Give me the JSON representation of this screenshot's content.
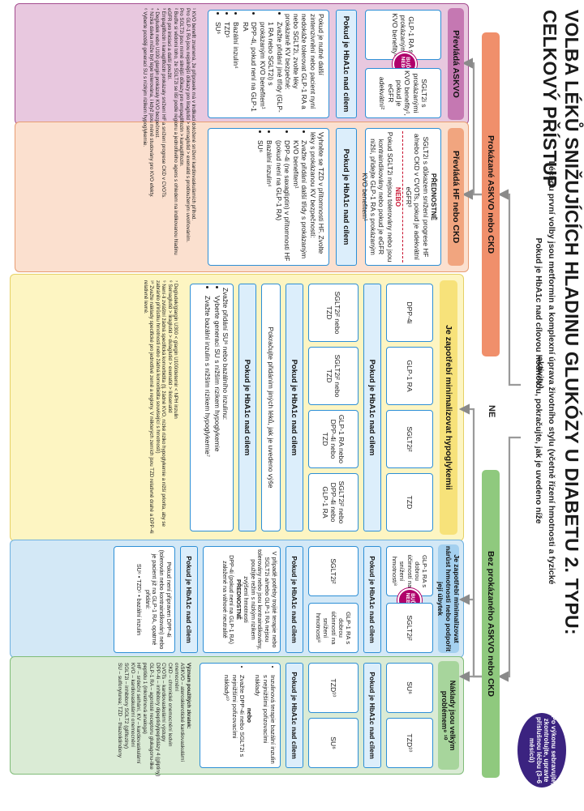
{
  "title": "VOLBA LÉKŮ SNIŽUJÍCÍCH HLADINU GLUKÓZY U DIABETU 2. TYPU: CELKOVÝ PŘÍSTUP",
  "intro": {
    "line1": "Léčbou první volby jsou metformin a komplexní úprava životního stylu (včetně řízení hmotnosti a fyzické aktivity)",
    "line2": "Pokud je HbA1c nad cílovou hodnotou, pokračujte, jak je uvedeno níže"
  },
  "badge_circle": "Po výkonu sebravujte, zkontrolujte, upravte příslušnou léčbu (3–6 měsíců)",
  "branches": {
    "proven_ascvd_ckd": "Prokázané ASKVO nebo CKD",
    "no_ascvd_ckd": "Bez prokázaného ASKVO nebo CKD",
    "ne": "NE"
  },
  "columns": {
    "ascvd": {
      "header": "Převládá ASKVO",
      "glp1": "GLP-1 RA s prokázanými KVO benefity¹",
      "or_badge": "BUĎ / NEBO",
      "sglt2": "SGLT2i s prokázanými KVO benefity¹, pokud je eGFR adekvátní²",
      "hba": "Pokud je HbA1c nad cílem",
      "text_intro": "Pokud je nutné další zintenzivnění nebo pacient nyní nedokáže tolerovat GLP-1 RA a nebo SGLT2i, zvolte léky prokázaně KV bezpečné:",
      "b1": "Zvažte přidání jiné třídy (GLP-1 RA nebo SGLT2i) s prokázaným KVO benefitem¹",
      "b2": "DPP-4i, pokud není na GLP-1 RA",
      "b3": "Bazální inzulin⁴",
      "b4": "TZD⁵",
      "b5": "SU⁶"
    },
    "hf": {
      "header": "Převládá HF nebo CKD",
      "pref_title": "PŘEDNOSTNĚ",
      "pref_text": "SGLT2i s důkazem snížení progrese HF a/nebo CKD v CVOTs, pokud je adekvátní eGFR³",
      "nebo": "NEBO",
      "alt_text": "Pokud SGLT2i nejsou tolerovány nebo jsou kontraindikovány nebo pokud je eGFR nižší, přidejte GLP-1 RA s prokázaným KVO benefitem¹",
      "hba": "Pokud je HbA1c nad cílem",
      "text_intro": "Vyhněte se TZD v přítomnosti HF. Zvolte léky s prokázanou KV bezpečností:",
      "b1": "Zvažte přidání další třídy s prokázaným KVO benefitem¹",
      "b2": "DPP-4i (ne saxagliptin) v přítomnosti HF (pokud není na GLP-1 RA)",
      "b3": "Bazální inzulin⁴",
      "b4": "SU⁶"
    },
    "hypo": {
      "header": "Je zapotřebí minimalizovat hypoglykemii",
      "l1": [
        "DPP-4i",
        "GLP-1 RA",
        "SGLT2i²",
        "TZD"
      ],
      "hba1": "Pokud je HbA1c nad cílem",
      "l2": [
        "SGLT2i² nebo TZD",
        "SGLT2i² nebo TZD",
        "GLP-1 RA nebo DPP-4i nebo TZD",
        "SGLT2i² nebo DPP-4i nebo GLP-1 RA"
      ],
      "hba2": "Pokud je HbA1c nad cílem",
      "cont": "Pokračujte přidáním jiných léků, jak je uvedeno výše",
      "hba3": "Pokud je HbA1c nad cílem",
      "final1": "Zvažte přidání SU⁶ nebo bazálního inzulinu:",
      "final2": "Vyberte generaci SU s nižším rizikem hypoglykemie",
      "final3": "Zvažte bazální inzulin s nižším rizikem hypoglykemie⁷"
    },
    "weight": {
      "header": "Je zapotřebí minimalizovat nárůst hmotnosti nebo podpořit její úbytek",
      "l1a": "GLP-1 RA s dobrou účinností na snížení hmotnosti⁸",
      "or_badge": "BUĎ / NEBO",
      "l1b": "SGLT2i²",
      "hba1": "Pokud je HbA1c nad cílem",
      "l2a": "SGLT2i²",
      "l2b": "GLP-1 RA s dobrou účinností na snížení hmotnosti⁸",
      "hba2": "Pokud je HbA1c nad cílem",
      "pref_intro": "V případě potřeby trojité terapie nebo SGLT2i a/nebo GLP-1 RA nejsou tolerovány nebo jsou kontraindikovány, použijte režim s nízkým rizikem zvýšení hmotnosti",
      "pref_title": "PŘEDNOSTNĚ",
      "pref_text": "DPP-4i (pokud není na GLP-1 RA) založené na váhové neutralitě",
      "hba3": "Pokud je HbA1c nad cílem",
      "final_intro": "Pokud není připraven DPP-4i (tolerován nebo kontraindikován) nebo je pacient již na GLP-1 RA, opatrné přidání:",
      "final_list": "SU⁶ • TZD⁵ • bazální inzulin"
    },
    "cost": {
      "header": "Náklady jsou velkým problémem⁹ ¹⁰",
      "l1": [
        "SU⁶",
        "TZD¹⁰"
      ],
      "hba1": "Pokud je HbA1c nad cílem",
      "l2": [
        "TZD¹⁰",
        "SU⁶"
      ],
      "hba2": "Pokud je HbA1c nad cílem",
      "b1": "Inzulinová terapie bazální inzulin s nejnižšími pořizovacími náklady",
      "nebo": "nebo",
      "b2": "Zvažte DPP-4i nebo SGLT2i s nejnižšími pořizovacími náklady¹⁰"
    }
  },
  "footnotes_left": [
    "¹ KVO benefit znamená, že přípravek má v indikaci doložené snížení kardiovaskulárních příhod.",
    "Pro GLP-1 RA jsou nejsilnější důkazy pro liraglutid > semaglutid > exenatid s prodlouženým uvolňováním.",
    "Pro SGLT2i jsou mírně silnější důkazy pro empagliflozin > kanagliflozin.",
    "² Buďte si vědomi toho, že SGLT2i se liší podle regionu a jednotlivého agens s ohledem na indikovanou hladinu eGFR pro iniciaci a další použití.",
    "³ Empagliflozin i kanagliflozin prokázaly snížení HF a snížení progrese CKD v CVOTs.",
    "⁴ Degludek nebo U100 glargin prokázaly KVO bezpečnost.",
    "⁵ Nízká dávka může být lépe tolerována, i když jsou méně studovány pro KVO efekty.",
    "⁶ Vyberte později generaci SU s nízkým rizikem hypoglykemie."
  ],
  "footnotes_mid": [
    "⁷ Degludek/glargin U300 < glargin U100/detemir < NPH inzulin",
    "⁸ Semaglutid > liraglutid > dulaglutid > exenatid > lixisenatid",
    "⁹ Není-li zvláštní žádná specifická komorbidita (tj. žádné KVO, nízké riziko hypoglykemie a nižší priorita, aby se zabránilo přírůstku hmotnosti nebo žádná komorbidita související s hmotností)",
    "¹⁰ Zvažte náklady specifické pro jednotlivé země a regiony. V některých zemích jsou TZD relativně drahé a DPP-4i relativně levné."
  ],
  "abbrev": {
    "title": "Význam použitých zkratek:",
    "items": [
      "ASKVO – aterosklerotické kardiovaskulární onemocnění",
      "CKD – chronické onemocnění ledvin",
      "CVOTs – kardiovaskulární výstupy",
      "DPP-4i – inhibitory dipeptidylpeptidázy 4 (gliptiny)",
      "GLP-1 RA – agonisté receptoru glukagonu-like peptidu 1 (inkretinová analoga)",
      "HF – srdeční selhání, KV – kardiovaskulární",
      "KVO – kardiovaskulární onemocnění",
      "SGLT2i – inhibitory SGLT2 (glifloziny)",
      "SU – sulfonylurea; TZD – thiazolidindiony"
    ]
  }
}
